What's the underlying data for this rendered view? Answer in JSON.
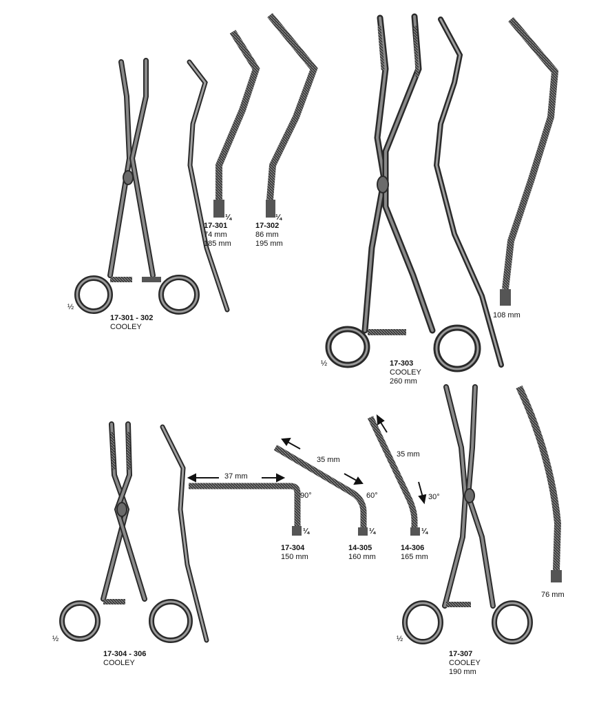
{
  "groups": {
    "g1": {
      "code": "17-301 - 302",
      "name": "COOLEY",
      "scale": "½"
    },
    "g2": {
      "code": "17-303",
      "name": "COOLEY",
      "length": "260 mm",
      "scale": "½"
    },
    "g3": {
      "code": "17-304 - 306",
      "name": "COOLEY",
      "scale": "½"
    },
    "g4": {
      "code": "17-307",
      "name": "COOLEY",
      "length": "190 mm",
      "scale": "½"
    }
  },
  "jaws": {
    "j301": {
      "code": "17-301",
      "jaw": "74 mm",
      "length": "185 mm",
      "scale": "¼"
    },
    "j302": {
      "code": "17-302",
      "jaw": "86 mm",
      "length": "195 mm",
      "scale": "¼"
    },
    "j303": {
      "jaw": "108 mm"
    },
    "j304": {
      "code": "17-304",
      "length": "150 mm",
      "scale": "¼",
      "jaw": "37 mm",
      "angle": "90°"
    },
    "j305": {
      "code": "14-305",
      "length": "160 mm",
      "scale": "¼",
      "jaw": "35 mm",
      "angle": "60°"
    },
    "j306": {
      "code": "14-306",
      "length": "165 mm",
      "scale": "¼",
      "jaw": "35 mm",
      "angle": "30°"
    },
    "j307": {
      "jaw": "76 mm"
    }
  },
  "colors": {
    "steel": "#6b6b6b",
    "steel_dark": "#2a2a2a",
    "steel_light": "#a9a9a9"
  }
}
